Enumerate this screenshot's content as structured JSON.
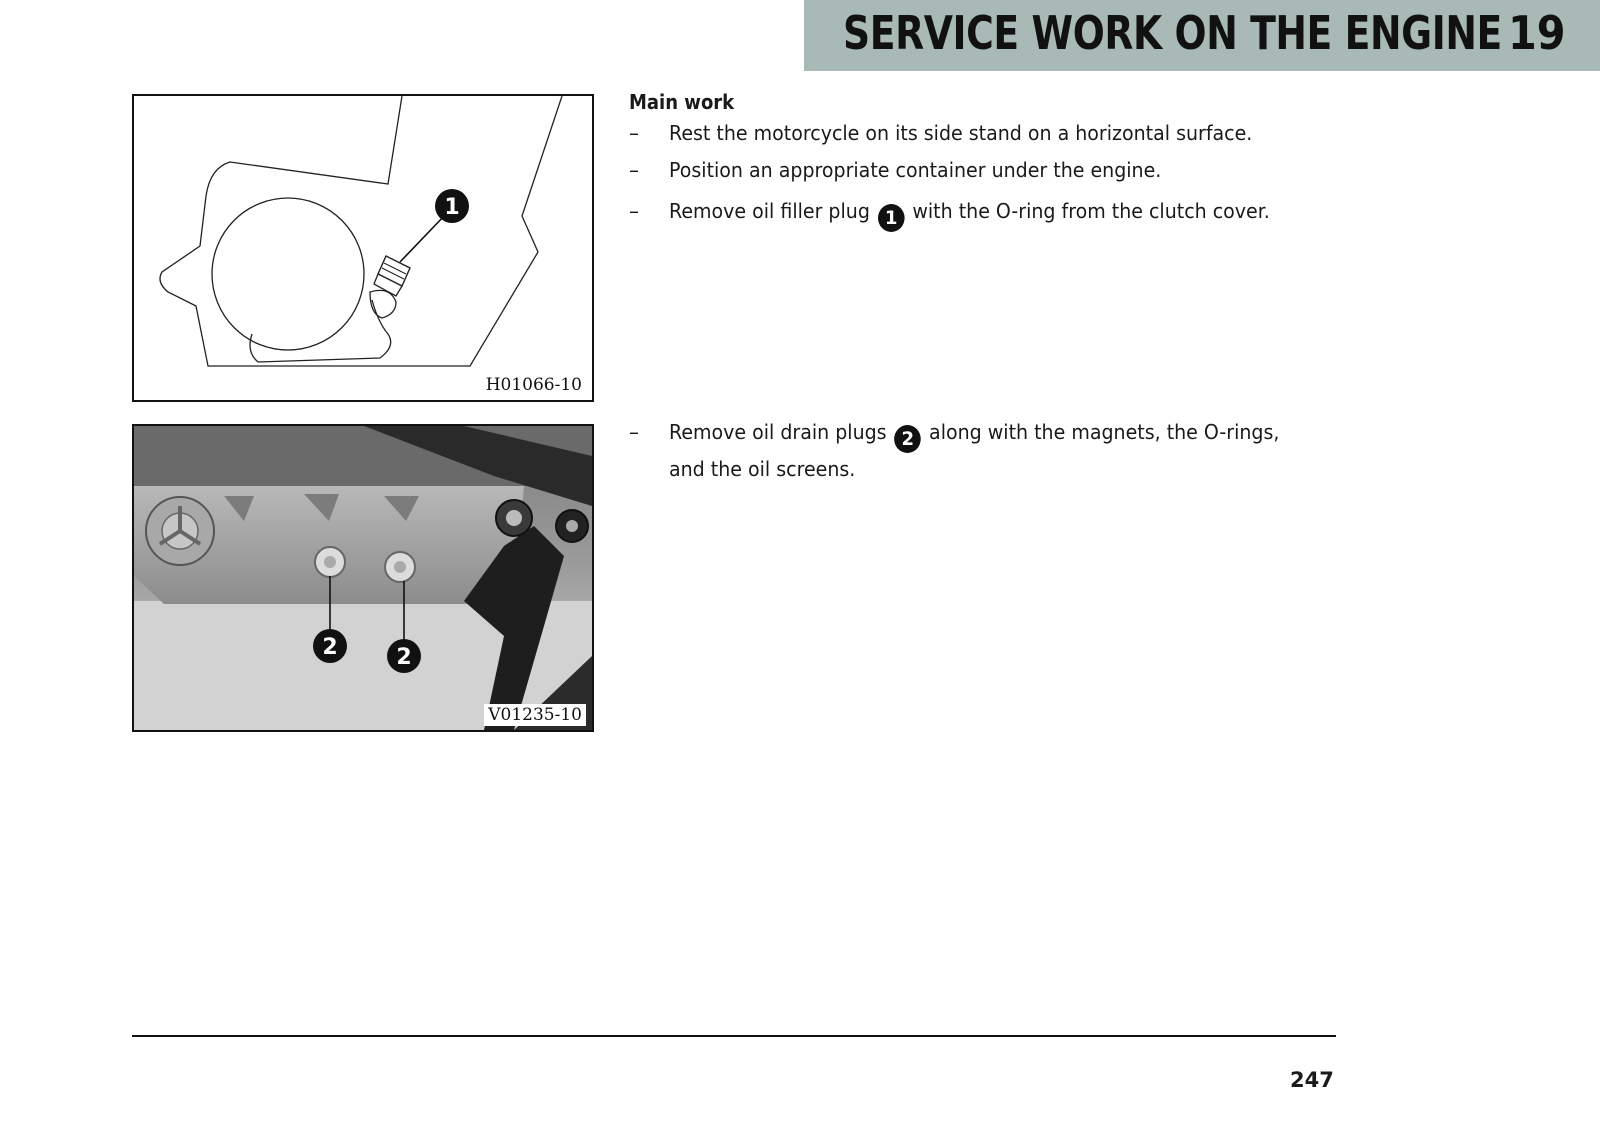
{
  "header": {
    "title": "SERVICE WORK ON THE ENGINE",
    "chapter": "19"
  },
  "figures": [
    {
      "code": "H01066-10",
      "callouts": [
        "1"
      ]
    },
    {
      "code": "V01235-10",
      "callouts": [
        "2",
        "2"
      ]
    }
  ],
  "section_heading": "Main work",
  "steps": [
    {
      "dash": "–",
      "before": "Rest the motorcycle on its side stand on a horizontal surface.",
      "badge": "",
      "after": ""
    },
    {
      "dash": "–",
      "before": "Position an appropriate container under the engine.",
      "badge": "",
      "after": ""
    },
    {
      "dash": "–",
      "before": "Remove oil filler plug ",
      "badge": "1",
      "after": " with the O-ring from the clutch cover."
    },
    {
      "dash": "–",
      "before": "Remove oil drain plugs ",
      "badge": "2",
      "after": " along with the magnets, the O-rings, and the oil screens."
    }
  ],
  "footer": {
    "page_number": "247"
  }
}
